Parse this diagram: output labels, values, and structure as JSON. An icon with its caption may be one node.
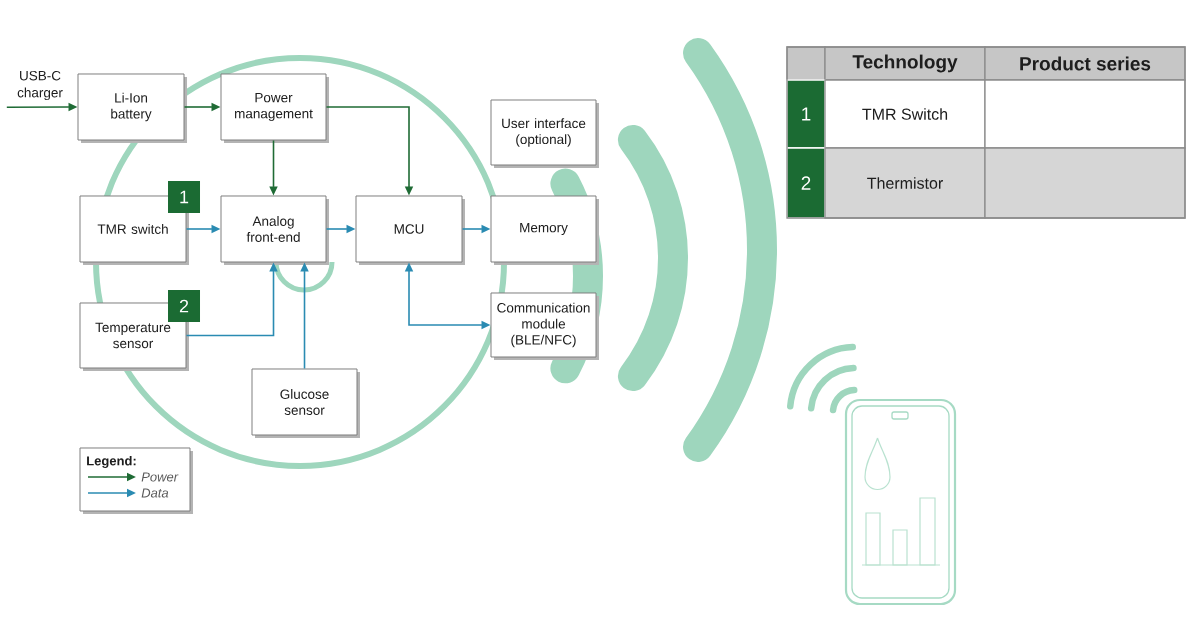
{
  "diagram": {
    "nodes": [
      {
        "text": [
          "USB-C charger"
        ]
      },
      {
        "text": [
          "Li-Ion battery"
        ]
      },
      {
        "text": [
          "Power management"
        ]
      },
      {
        "text": [
          "User interface (optional)"
        ]
      },
      {
        "text": [
          "1"
        ]
      },
      {
        "text": [
          "TMR switch"
        ]
      },
      {
        "text": [
          "Analog front-end"
        ]
      },
      {
        "text": [
          "MCU"
        ]
      },
      {
        "text": [
          "Memory"
        ]
      },
      {
        "text": [
          "2"
        ]
      },
      {
        "text": [
          "Temperature sensor"
        ]
      },
      {
        "text": [
          "Communication module (BLE/NFC)"
        ]
      },
      {
        "text": [
          "Glucose sensor"
        ]
      }
    ],
    "edges": [
      {
        "from": 0,
        "to": 1,
        "arrow": "to",
        "color": "#1f6b35"
      },
      {
        "from": 1,
        "to": 2,
        "arrow": "to",
        "color": "#1f6b35"
      },
      {
        "from": 2,
        "to": 6,
        "arrow": "to",
        "color": "#1f6b35"
      },
      {
        "from": 2,
        "to": 7,
        "arrow": "to",
        "color": "#1f6b35"
      },
      {
        "from": 5,
        "to": 6,
        "arrow": "to"
      },
      {
        "from": 6,
        "to": 7,
        "arrow": "to"
      },
      {
        "from": 7,
        "to": 8,
        "arrow": "to"
      },
      {
        "from": 10,
        "to": 6,
        "arrow": "to"
      },
      {
        "from": 12,
        "to": 6,
        "arrow": "to"
      },
      {
        "from": 7,
        "to": 11,
        "arrow": "both"
      }
    ],
    "labels": [
      "Technology",
      "Product series",
      "1",
      "TMR Switch",
      "2",
      "Thermistor",
      "Legend:"
    ],
    "legend": [
      {
        "text": "Power"
      },
      {
        "text": "Data"
      }
    ]
  }
}
